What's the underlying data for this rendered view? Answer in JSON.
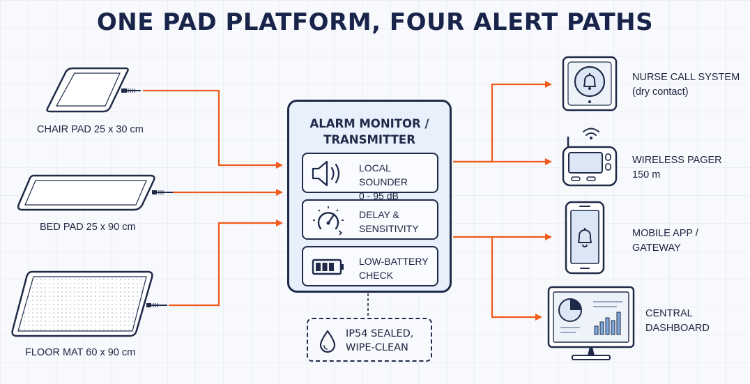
{
  "title": "ONE PAD PLATFORM, FOUR ALERT PATHS",
  "colors": {
    "accent": "#f05a1a",
    "outline": "#1e2a48",
    "panel": "#e8f0fb"
  },
  "pads": [
    {
      "name": "CHAIR PAD",
      "size": "25 x 30 cm",
      "icon": "chair-pad-icon"
    },
    {
      "name": "BED PAD",
      "size": "25 x 90 cm",
      "icon": "bed-pad-icon"
    },
    {
      "name": "FLOOR MAT",
      "size": "60 x 90 cm",
      "icon": "floor-mat-icon"
    }
  ],
  "hub": {
    "title_line1": "ALARM MONITOR /",
    "title_line2": "TRANSMITTER",
    "modules": [
      {
        "line1": "LOCAL SOUNDER",
        "line2": "0 - 95 dB",
        "icon": "speaker-icon"
      },
      {
        "line1": "DELAY &",
        "line2": "SENSITIVITY",
        "icon": "dial-icon"
      },
      {
        "line1": "LOW-BATTERY",
        "line2": "CHECK",
        "icon": "battery-icon"
      }
    ]
  },
  "note": {
    "line1": "IP54 SEALED,",
    "line2": "WIPE-CLEAN",
    "icon": "water-drop-icon"
  },
  "outputs": [
    {
      "line1": "NURSE CALL SYSTEM",
      "line2": "(dry contact)",
      "icon": "nurse-call-bell-icon"
    },
    {
      "line1": "WIRELESS PAGER",
      "line2": "150 m",
      "icon": "pager-icon"
    },
    {
      "line1": "MOBILE APP /",
      "line2": "GATEWAY",
      "icon": "mobile-phone-icon"
    },
    {
      "line1": "CENTRAL",
      "line2": "DASHBOARD",
      "icon": "monitor-dashboard-icon"
    }
  ]
}
